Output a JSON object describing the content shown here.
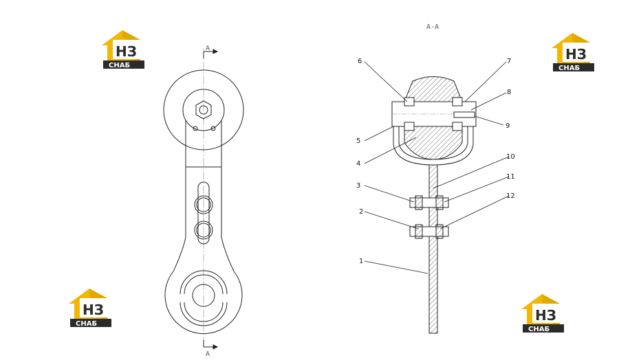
{
  "section": {
    "title": "A-A",
    "cut_top": "A",
    "cut_bottom": "A"
  },
  "callouts": [
    "1",
    "2",
    "3",
    "4",
    "5",
    "6",
    "7",
    "8",
    "9",
    "10",
    "11",
    "12"
  ],
  "logo": {
    "mark": "НЗ",
    "text": "СНАБ"
  },
  "colors": {
    "logo_yellow": "#f2b705",
    "logo_dark": "#2b2b2b",
    "line": "#222222",
    "hatch": "#555555"
  }
}
